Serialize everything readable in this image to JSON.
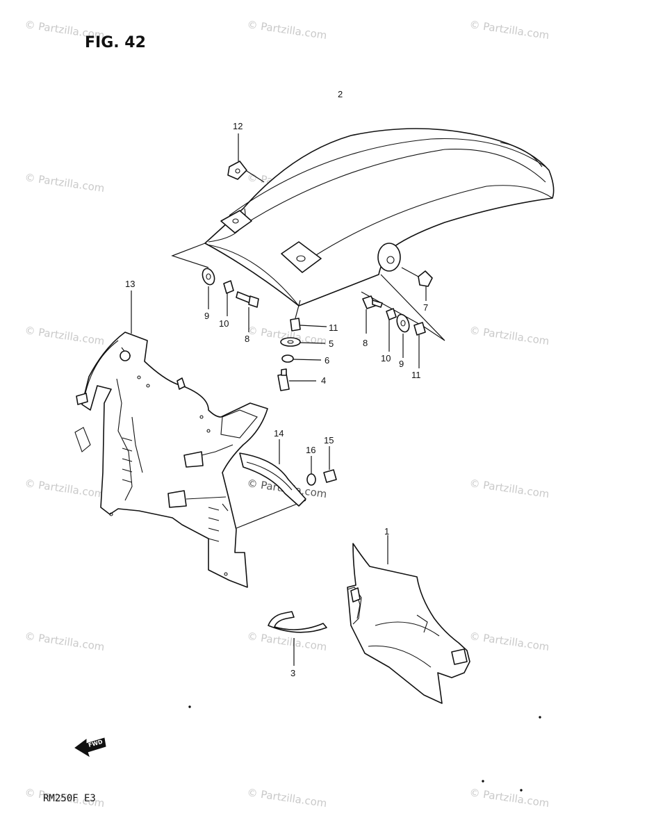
{
  "figure": {
    "title": "FIG. 42",
    "model_code": "RM250F  E3",
    "arrow_label": "FWD"
  },
  "watermark": {
    "text": "© Partzilla.com",
    "color": "#c9c9c9"
  },
  "callouts": [
    {
      "label": "1"
    },
    {
      "label": "2"
    },
    {
      "label": "3"
    },
    {
      "label": "4"
    },
    {
      "label": "5"
    },
    {
      "label": "6"
    },
    {
      "label": "7"
    },
    {
      "label": "8"
    },
    {
      "label": "8"
    },
    {
      "label": "9"
    },
    {
      "label": "9"
    },
    {
      "label": "10"
    },
    {
      "label": "10"
    },
    {
      "label": "11"
    },
    {
      "label": "11"
    },
    {
      "label": "12"
    },
    {
      "label": "13"
    },
    {
      "label": "14"
    },
    {
      "label": "15"
    },
    {
      "label": "16"
    }
  ]
}
